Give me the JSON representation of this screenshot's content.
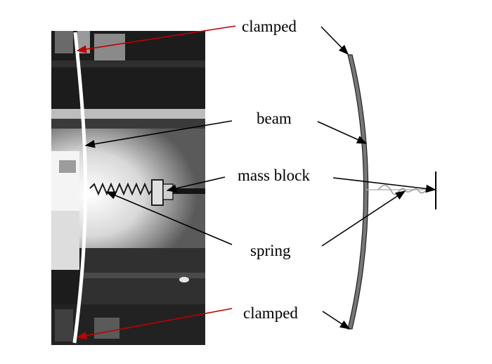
{
  "labels": {
    "clamped_top": "clamped",
    "beam": "beam",
    "mass_block": "mass block",
    "spring": "spring",
    "clamped_bottom": "clamped"
  },
  "colors": {
    "annotation_arrow_red": "#c00000",
    "annotation_arrow_black": "#000000",
    "beam_fill": "#777777",
    "spring_gray": "#9a9a9a",
    "photo_dark": "#1c1c1c"
  }
}
